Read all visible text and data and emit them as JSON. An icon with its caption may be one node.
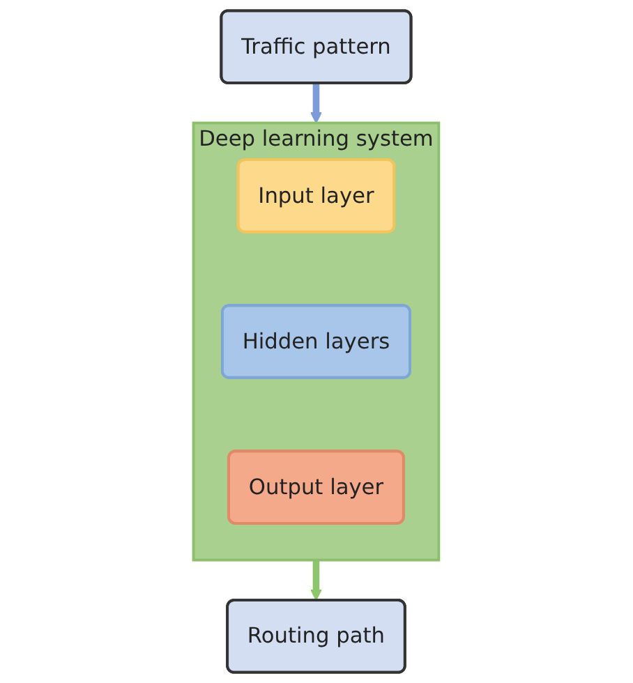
{
  "diagram": {
    "nodes": [
      {
        "text": [
          "Traffic pattern"
        ]
      },
      {
        "text": [
          "Deep learning system"
        ]
      },
      {
        "text": [
          "Input layer"
        ],
        "in": 1
      },
      {
        "text": [
          "Hidden layers"
        ],
        "in": 1
      },
      {
        "text": [
          "Output layer"
        ],
        "in": 1
      },
      {
        "text": [
          "Routing path"
        ]
      }
    ],
    "edges": [
      {
        "from": 0,
        "to": 1,
        "arrow": "to",
        "color": "#7b9bd9"
      },
      {
        "from": 1,
        "to": 5,
        "arrow": "to",
        "color": "#8cc56b"
      }
    ]
  }
}
